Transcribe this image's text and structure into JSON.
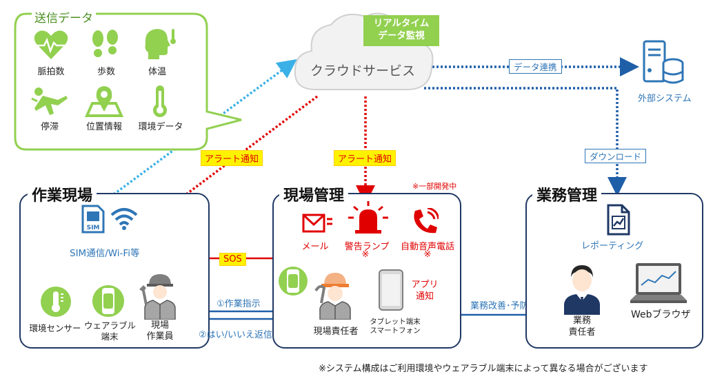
{
  "send_data": {
    "title": "送信データ",
    "items": [
      {
        "label": "脈拍数",
        "icon": "heart-pulse-icon"
      },
      {
        "label": "歩数",
        "icon": "footprints-icon"
      },
      {
        "label": "体温",
        "icon": "head-temperature-icon"
      },
      {
        "label": "停滞",
        "icon": "fallen-person-icon"
      },
      {
        "label": "位置情報",
        "icon": "map-pin-icon"
      },
      {
        "label": "環境データ",
        "icon": "thermometer-icon"
      }
    ]
  },
  "cloud": {
    "label": "クラウドサービス",
    "realtime_tag": [
      "リアルタイム",
      "データ監視"
    ]
  },
  "links": {
    "data_link": "データ連携",
    "download": "ダウンロード",
    "alert_left": "アラート通知",
    "alert_center": "アラート通知",
    "sos": "SOS",
    "work_instruction": "①作業指示",
    "reply": "②はい/いいえ返信",
    "improvement": "業務改善･予防措置"
  },
  "external_system": {
    "label": "外部システム"
  },
  "site": {
    "title": "作業現場",
    "comm_label": "SIM通信/Wi-Fi等",
    "env_sensor": "環境センサー",
    "wearable": [
      "ウェアラブル",
      "端末"
    ],
    "worker": [
      "現場",
      "作業員"
    ]
  },
  "site_mgmt": {
    "title": "現場管理",
    "partial_note": "※一部開発中",
    "mail": "メール",
    "lamp": "警告ランプ",
    "lamp_mark": "※",
    "phone": "自動音声電話",
    "phone_mark": "※",
    "manager": "現場責任者",
    "tablet": [
      "タブレット端末",
      "スマートフォン"
    ],
    "app_notice": [
      "アプリ",
      "通知"
    ]
  },
  "biz_mgmt": {
    "title": "業務管理",
    "reporting": "レポーティング",
    "biz_manager": [
      "業務",
      "責任者"
    ],
    "web_browser": "Webブラウザ"
  },
  "footnote": "※システム構成はご利用環境やウェアラブル端末によって異なる場合がございます",
  "colors": {
    "green": "#92d050",
    "navy": "#1f3864",
    "red": "#e00000",
    "blue": "#2e75b6",
    "light_blue": "#3ab0e6",
    "yellow": "#fff200"
  }
}
